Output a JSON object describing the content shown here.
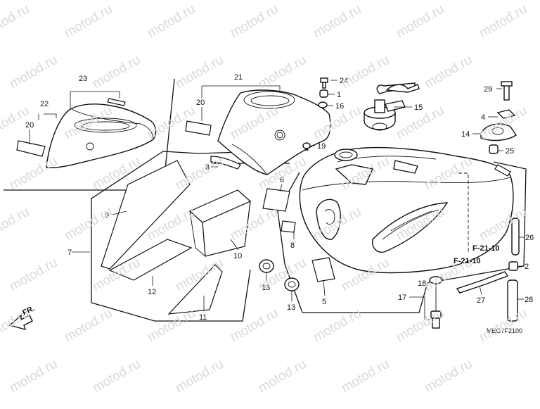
{
  "watermark": {
    "text": "motod.ru"
  },
  "diagram": {
    "code": "MEG7F2100",
    "direction_label": "FR."
  },
  "callouts": [
    {
      "id": "c1",
      "label": "1"
    },
    {
      "id": "c2",
      "label": "2"
    },
    {
      "id": "c3",
      "label": "3"
    },
    {
      "id": "c4",
      "label": "4"
    },
    {
      "id": "c5",
      "label": "5"
    },
    {
      "id": "c6",
      "label": "6"
    },
    {
      "id": "c7",
      "label": "7"
    },
    {
      "id": "c8",
      "label": "8"
    },
    {
      "id": "c9",
      "label": "9"
    },
    {
      "id": "c10",
      "label": "10"
    },
    {
      "id": "c11",
      "label": "11"
    },
    {
      "id": "c12",
      "label": "12"
    },
    {
      "id": "c13a",
      "label": "13"
    },
    {
      "id": "c13b",
      "label": "13"
    },
    {
      "id": "c14",
      "label": "14"
    },
    {
      "id": "c15",
      "label": "15"
    },
    {
      "id": "c16",
      "label": "16"
    },
    {
      "id": "c17",
      "label": "17"
    },
    {
      "id": "c18",
      "label": "18"
    },
    {
      "id": "c19",
      "label": "19"
    },
    {
      "id": "c20a",
      "label": "20"
    },
    {
      "id": "c20b",
      "label": "20"
    },
    {
      "id": "c21",
      "label": "21"
    },
    {
      "id": "c22",
      "label": "22"
    },
    {
      "id": "c23",
      "label": "23"
    },
    {
      "id": "c24",
      "label": "24"
    },
    {
      "id": "c25",
      "label": "25"
    },
    {
      "id": "c26",
      "label": "26"
    },
    {
      "id": "c27",
      "label": "27"
    },
    {
      "id": "c28",
      "label": "28"
    },
    {
      "id": "c29",
      "label": "29"
    }
  ],
  "references": [
    {
      "id": "r1",
      "label": "F-21-10"
    },
    {
      "id": "r2",
      "label": "F-21-10"
    }
  ]
}
